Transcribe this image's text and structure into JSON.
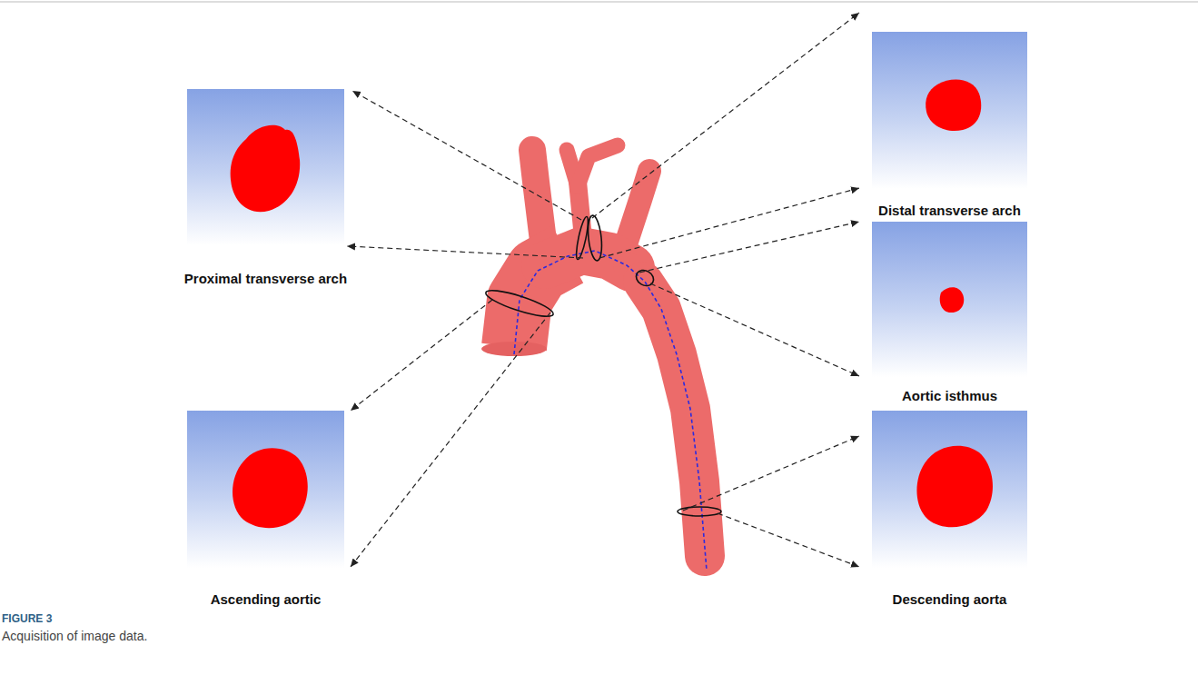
{
  "diagram": {
    "caption": "Acquisition of image data.",
    "nodes": [
      {
        "text": [
          "Proximal transverse arch"
        ]
      },
      {
        "text": [
          "Distal transverse arch"
        ]
      },
      {
        "text": [
          "Aortic isthmus"
        ]
      },
      {
        "text": [
          "Ascending aortic"
        ]
      },
      {
        "text": [
          "Descending aorta"
        ]
      }
    ],
    "labels": [
      "FIGURE 3"
    ]
  }
}
